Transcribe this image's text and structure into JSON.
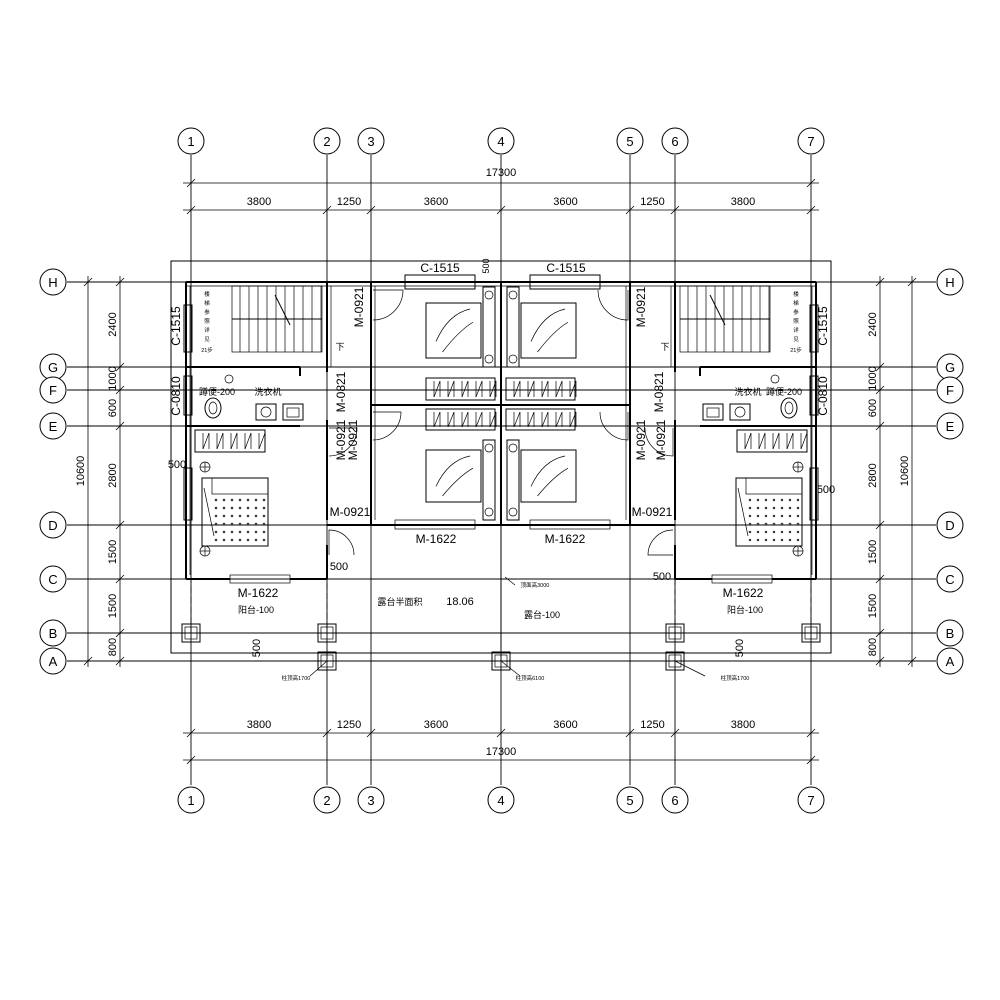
{
  "axes": {
    "columns": [
      "1",
      "2",
      "3",
      "4",
      "5",
      "6",
      "7"
    ],
    "rows": [
      "H",
      "G",
      "F",
      "E",
      "D",
      "C",
      "B",
      "A"
    ]
  },
  "dimensions": {
    "overall_width": "17300",
    "column_spacings": [
      "3800",
      "1250",
      "3600",
      "3600",
      "1250",
      "3800"
    ],
    "overall_depth": "10600",
    "row_spacings": [
      "2400",
      "1000",
      "600",
      "2800",
      "1500",
      "1500",
      "800"
    ],
    "offset_500": "500"
  },
  "labels": {
    "window_c1515": "C-1515",
    "window_c0810": "C-0810",
    "door_m0921": "M-0921",
    "door_m0821": "M-0821",
    "door_m1622": "M-1622",
    "squat_toilet": "蹲便-200",
    "washing_machine": "洗衣机",
    "balcony": "阳台-100",
    "terrace_half_area": "露台半面积",
    "terrace_area_value": "18.06",
    "terrace": "露台-100",
    "stair_down": "下",
    "column_note_left": "柱顶高1700",
    "column_note_center": "柱顶高6100",
    "column_note_right": "柱顶高1700",
    "slab_note": "顶面高3000",
    "stair_note_col1": "楼梯参照详见",
    "stair_note_col2": "21步"
  }
}
